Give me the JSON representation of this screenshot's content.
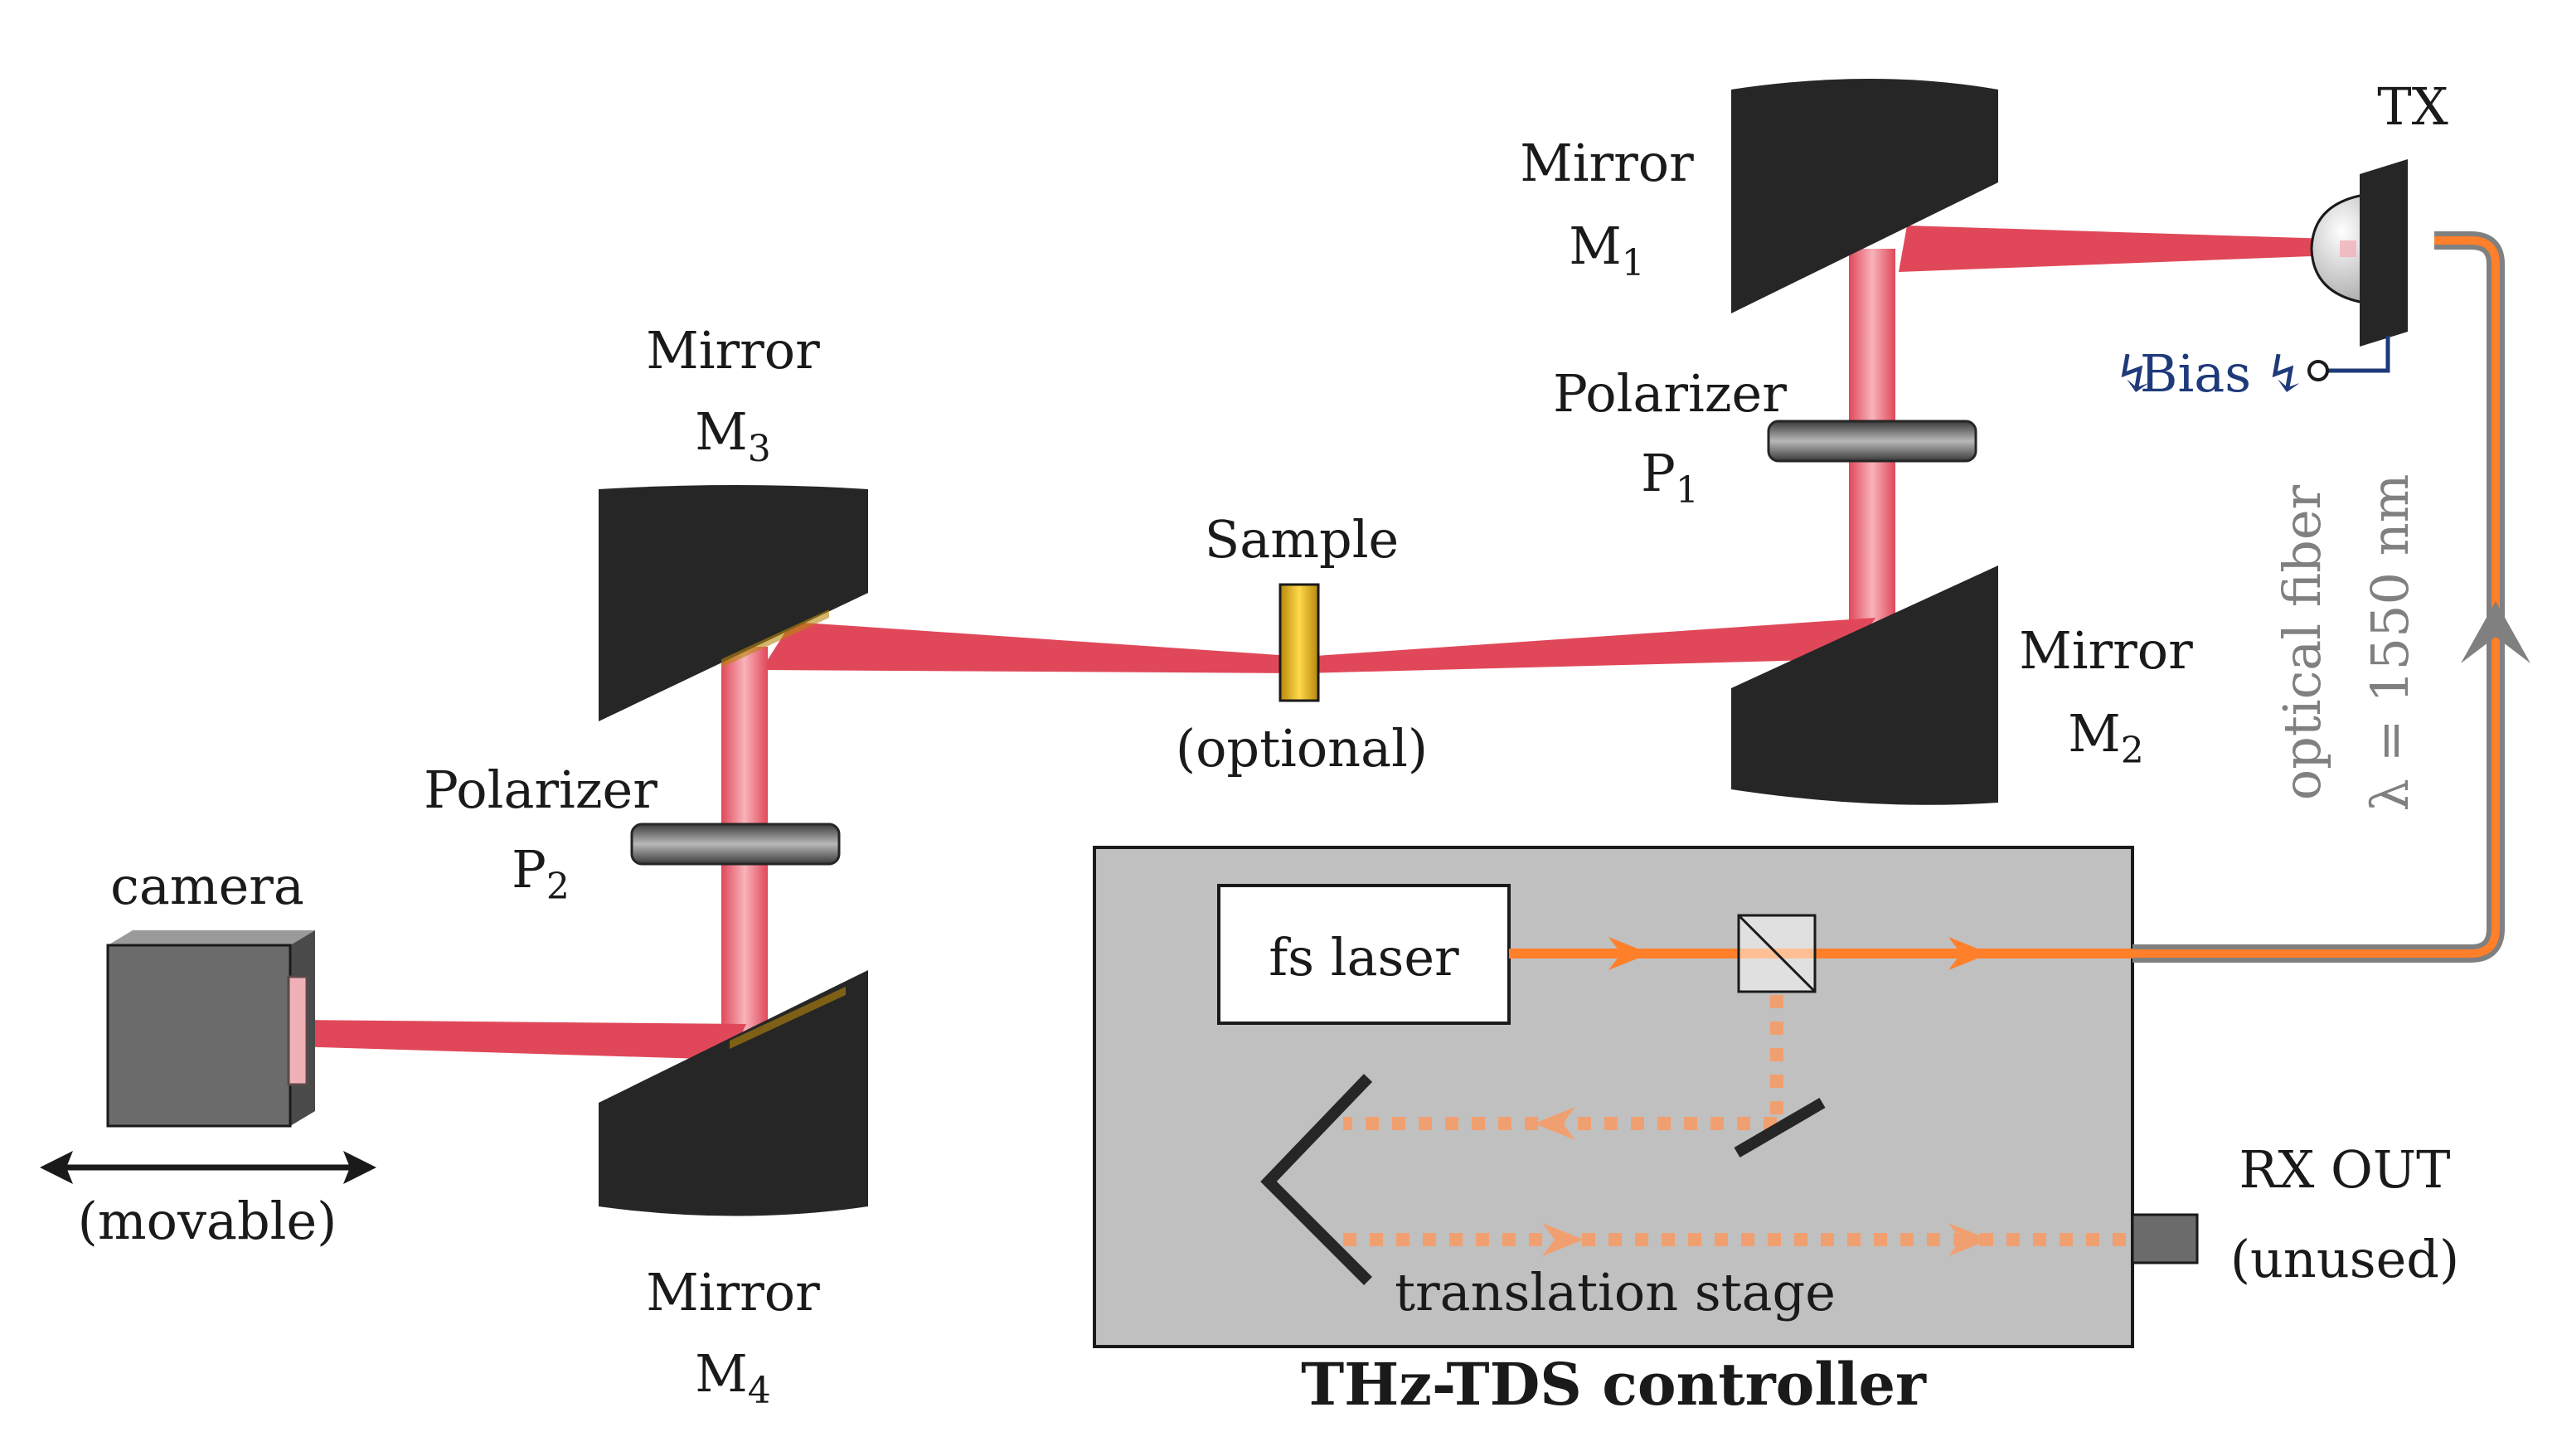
{
  "labels": {
    "mirror_word": "Mirror",
    "m1_main": "M",
    "m1_sub": "1",
    "m2_main": "M",
    "m2_sub": "2",
    "m3_main": "M",
    "m3_sub": "3",
    "m4_main": "M",
    "m4_sub": "4",
    "polarizer_word": "Polarizer",
    "p1_main": "P",
    "p1_sub": "1",
    "p2_main": "P",
    "p2_sub": "2",
    "sample": "Sample",
    "optional": "(optional)",
    "tx": "TX",
    "bias": "Bias",
    "bias_bolt": "↯",
    "fiber_line1": "optical fiber",
    "fiber_line2": "λ = 1550 nm",
    "camera": "camera",
    "movable": "(movable)",
    "fs_laser": "fs laser",
    "translation_stage": "translation stage",
    "rx_out": "RX OUT",
    "unused": "(unused)",
    "controller": "THz-TDS controller"
  },
  "colors": {
    "thz_beam": "#e0485a",
    "laser": "#ff7f2a",
    "mirror": "#262626",
    "polarizer": "#5a5a5a",
    "sample": "#d4a017",
    "fiber_jacket": "#808080",
    "bias": "#1f3a7a",
    "controller_bg": "#c0c0c0",
    "camera": "#6b6b6b"
  }
}
